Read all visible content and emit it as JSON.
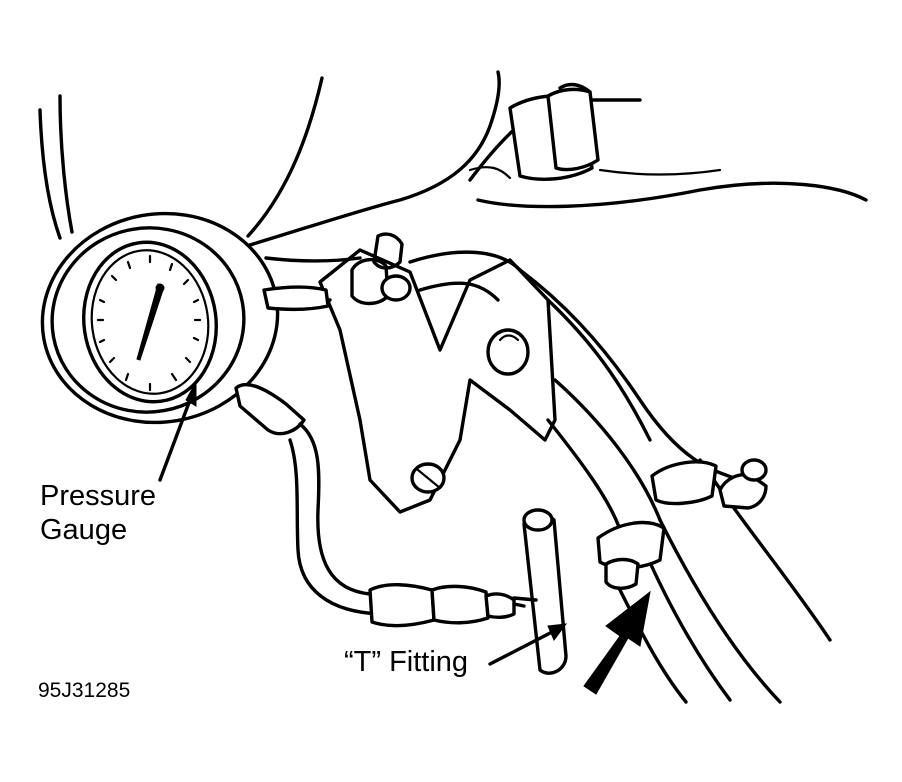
{
  "labels": {
    "pressure_gauge_line1": "Pressure",
    "pressure_gauge_line2": "Gauge",
    "t_fitting": "“T” Fitting",
    "figure_code": "95J31285"
  }
}
